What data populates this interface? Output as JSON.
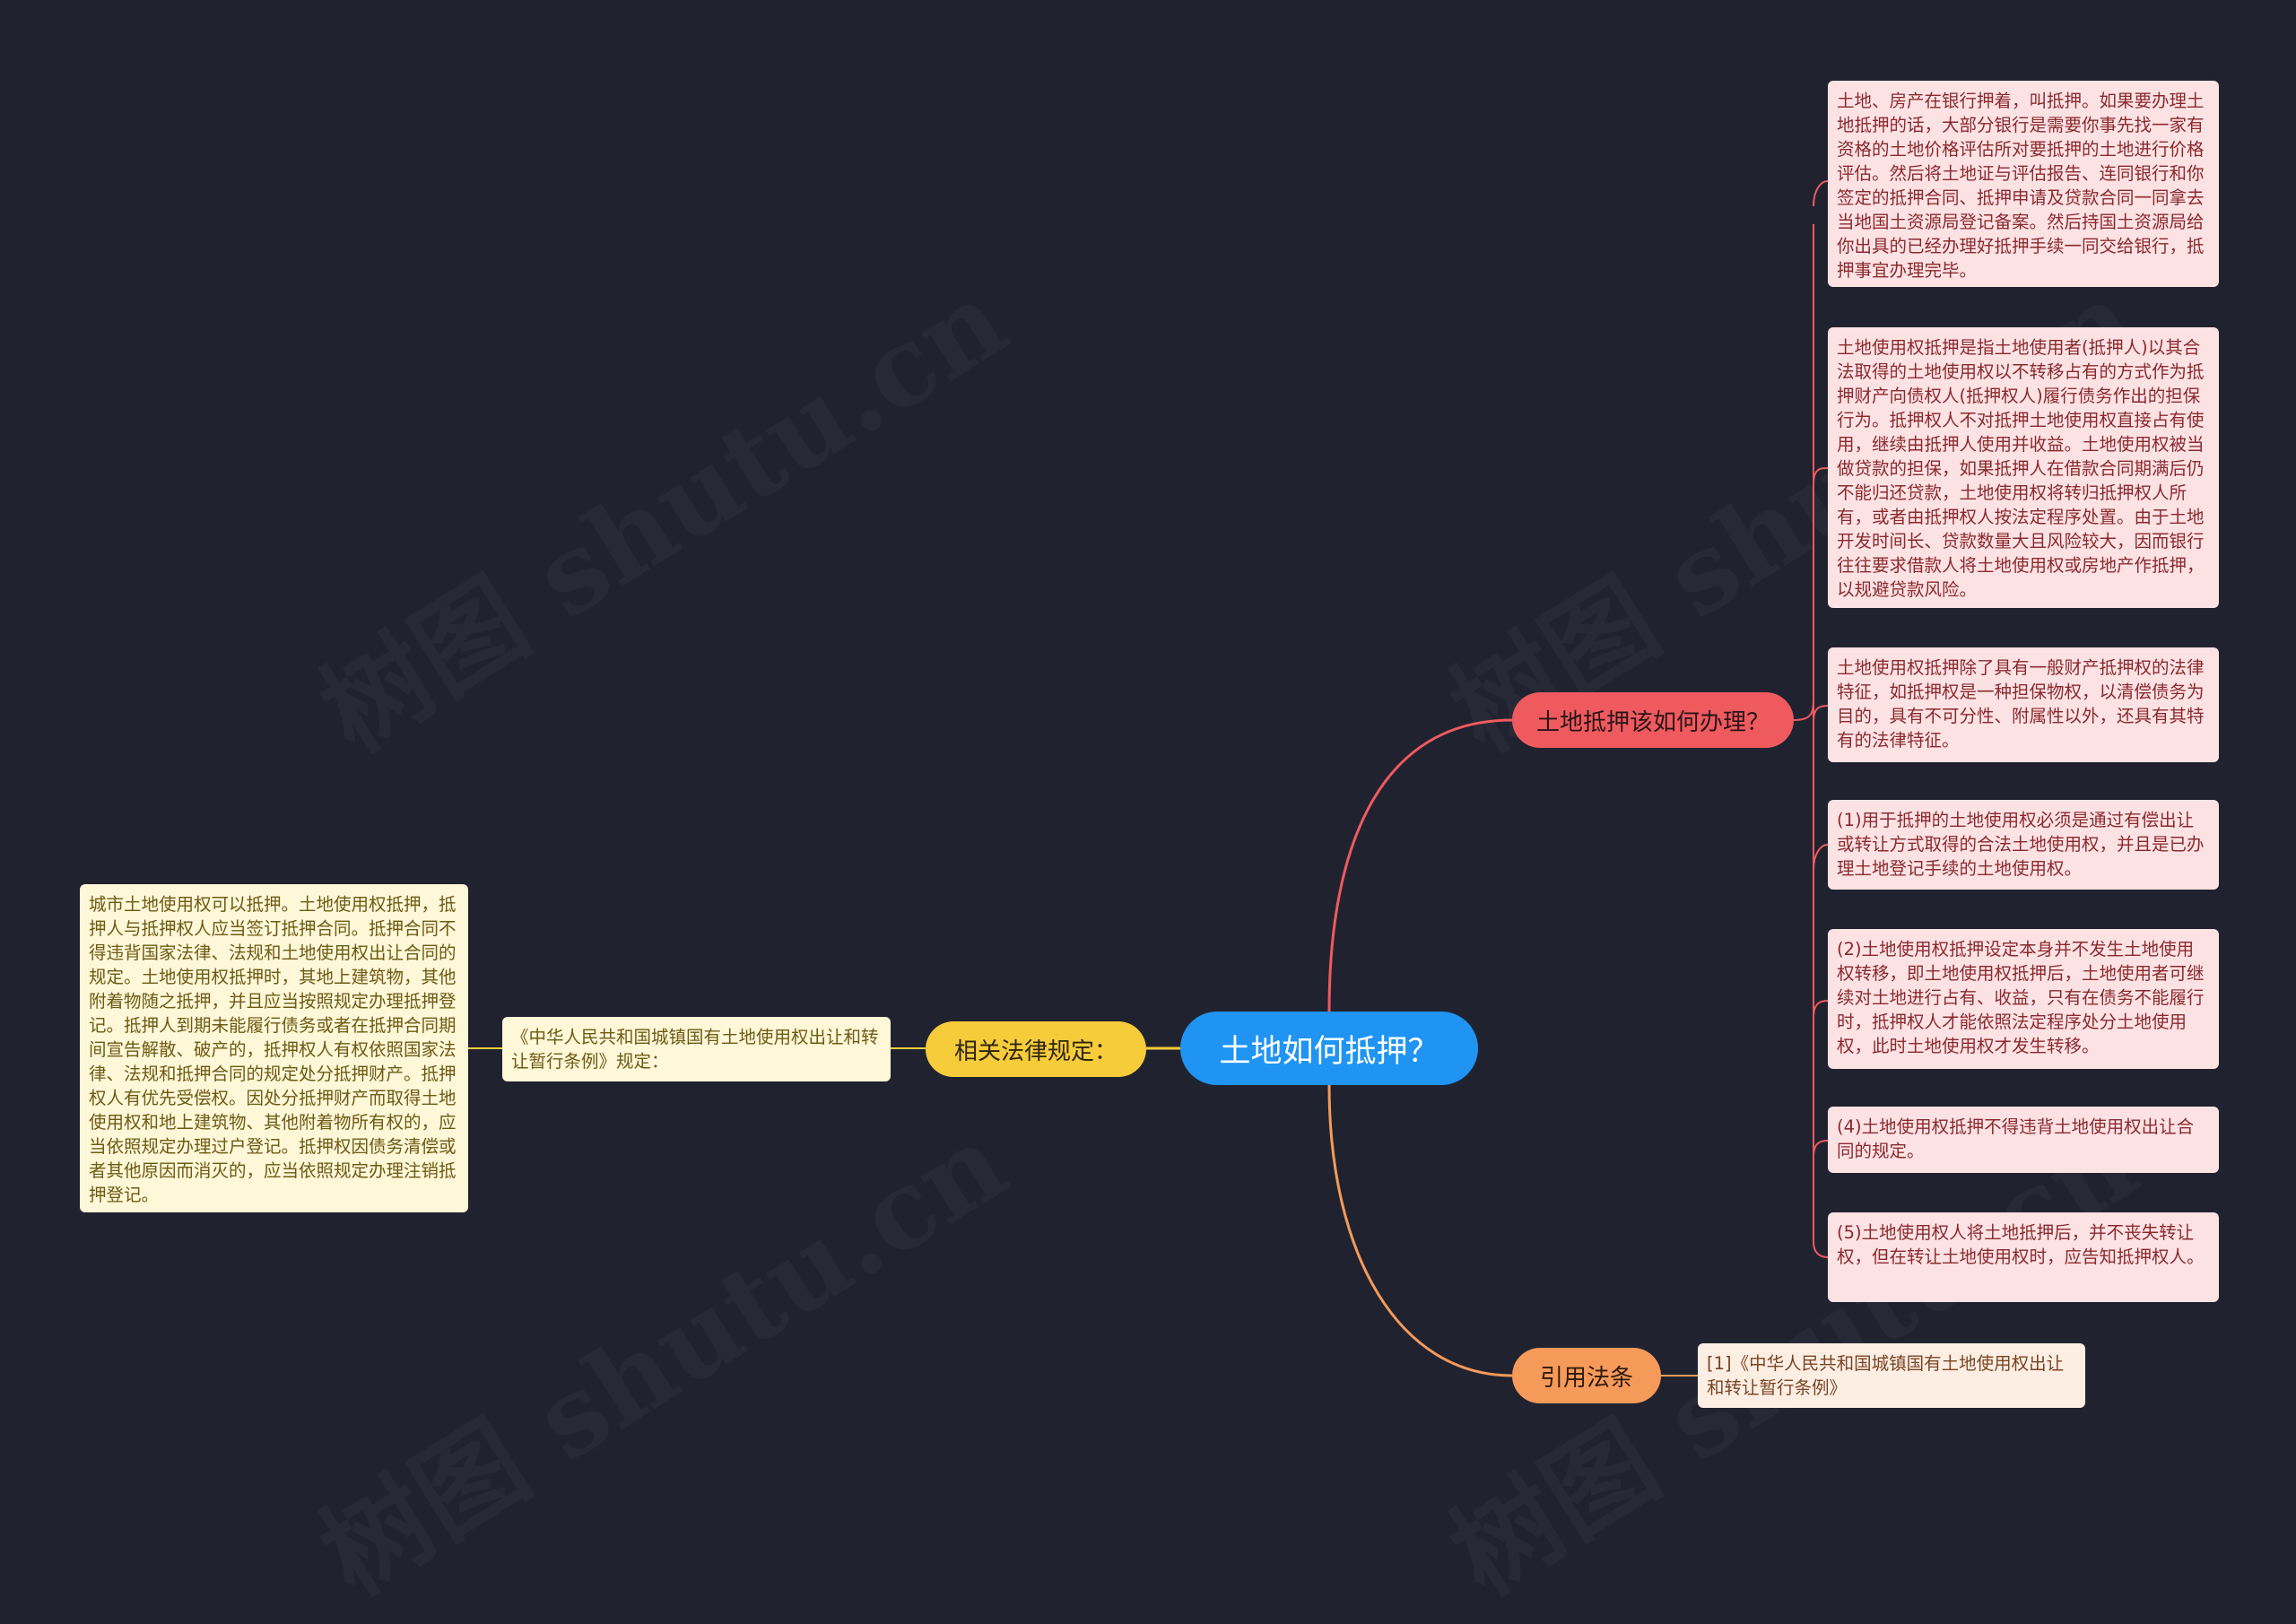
{
  "root": {
    "label": "土地如何抵押？"
  },
  "branches": {
    "how_to": {
      "label": "土地抵押该如何办理？",
      "color": "#ef5a5f",
      "items": [
        "土地、房产在银行押着，叫抵押。如果要办理土地抵押的话，大部分银行是需要你事先找一家有资格的土地价格评估所对要抵押的土地进行价格评估。然后将土地证与评估报告、连同银行和你签定的抵押合同、抵押申请及贷款合同一同拿去当地国土资源局登记备案。然后持国土资源局给你出具的已经办理好抵押手续一同交给银行，抵押事宜办理完毕。",
        "土地使用权抵押是指土地使用者(抵押人)以其合法取得的土地使用权以不转移占有的方式作为抵押财产向债权人(抵押权人)履行债务作出的担保行为。抵押权人不对抵押土地使用权直接占有使用，继续由抵押人使用并收益。土地使用权被当做贷款的担保，如果抵押人在借款合同期满后仍不能归还贷款，土地使用权将转归抵押权人所有，或者由抵押权人按法定程序处置。由于土地开发时间长、贷款数量大且风险较大，因而银行往往要求借款人将土地使用权或房地产作抵押，以规避贷款风险。",
        "土地使用权抵押除了具有一般财产抵押权的法律特征，如抵押权是一种担保物权，以清偿债务为目的，具有不可分性、附属性以外，还具有其特有的法律特征。",
        "(1)用于抵押的土地使用权必须是通过有偿出让或转让方式取得的合法土地使用权，并且是已办理土地登记手续的土地使用权。",
        "(2)土地使用权抵押设定本身并不发生土地使用权转移，即土地使用权抵押后，土地使用者可继续对土地进行占有、收益，只有在债务不能履行时，抵押权人才能依照法定程序处分土地使用权，此时土地使用权才发生转移。",
        "(4)土地使用权抵押不得违背土地使用权出让合同的规定。",
        "(5)土地使用权人将土地抵押后，并不丧失转让权，但在转让土地使用权时，应告知抵押权人。"
      ]
    },
    "regulations": {
      "label": "相关法律规定：",
      "color": "#f7cc3a",
      "source": "《中华人民共和国城镇国有土地使用权出让和转让暂行条例》规定：",
      "detail": "城市土地使用权可以抵押。土地使用权抵押，抵押人与抵押权人应当签订抵押合同。抵押合同不得违背国家法律、法规和土地使用权出让合同的规定。土地使用权抵押时，其地上建筑物，其他附着物随之抵押，并且应当按照规定办理抵押登记。抵押人到期未能履行债务或者在抵押合同期间宣告解散、破产的，抵押权人有权依照国家法律、法规和抵押合同的规定处分抵押财产。抵押权人有优先受偿权。因处分抵押财产而取得土地使用权和地上建筑物、其他附着物所有权的，应当依照规定办理过户登记。抵押权因债务清偿或者其他原因而消灭的，应当依照规定办理注销抵押登记。"
    },
    "citation": {
      "label": "引用法条",
      "color": "#f69a5a",
      "items": [
        "[1]《中华人民共和国城镇国有土地使用权出让和转让暂行条例》"
      ]
    }
  },
  "watermark": "树图 shutu.cn"
}
